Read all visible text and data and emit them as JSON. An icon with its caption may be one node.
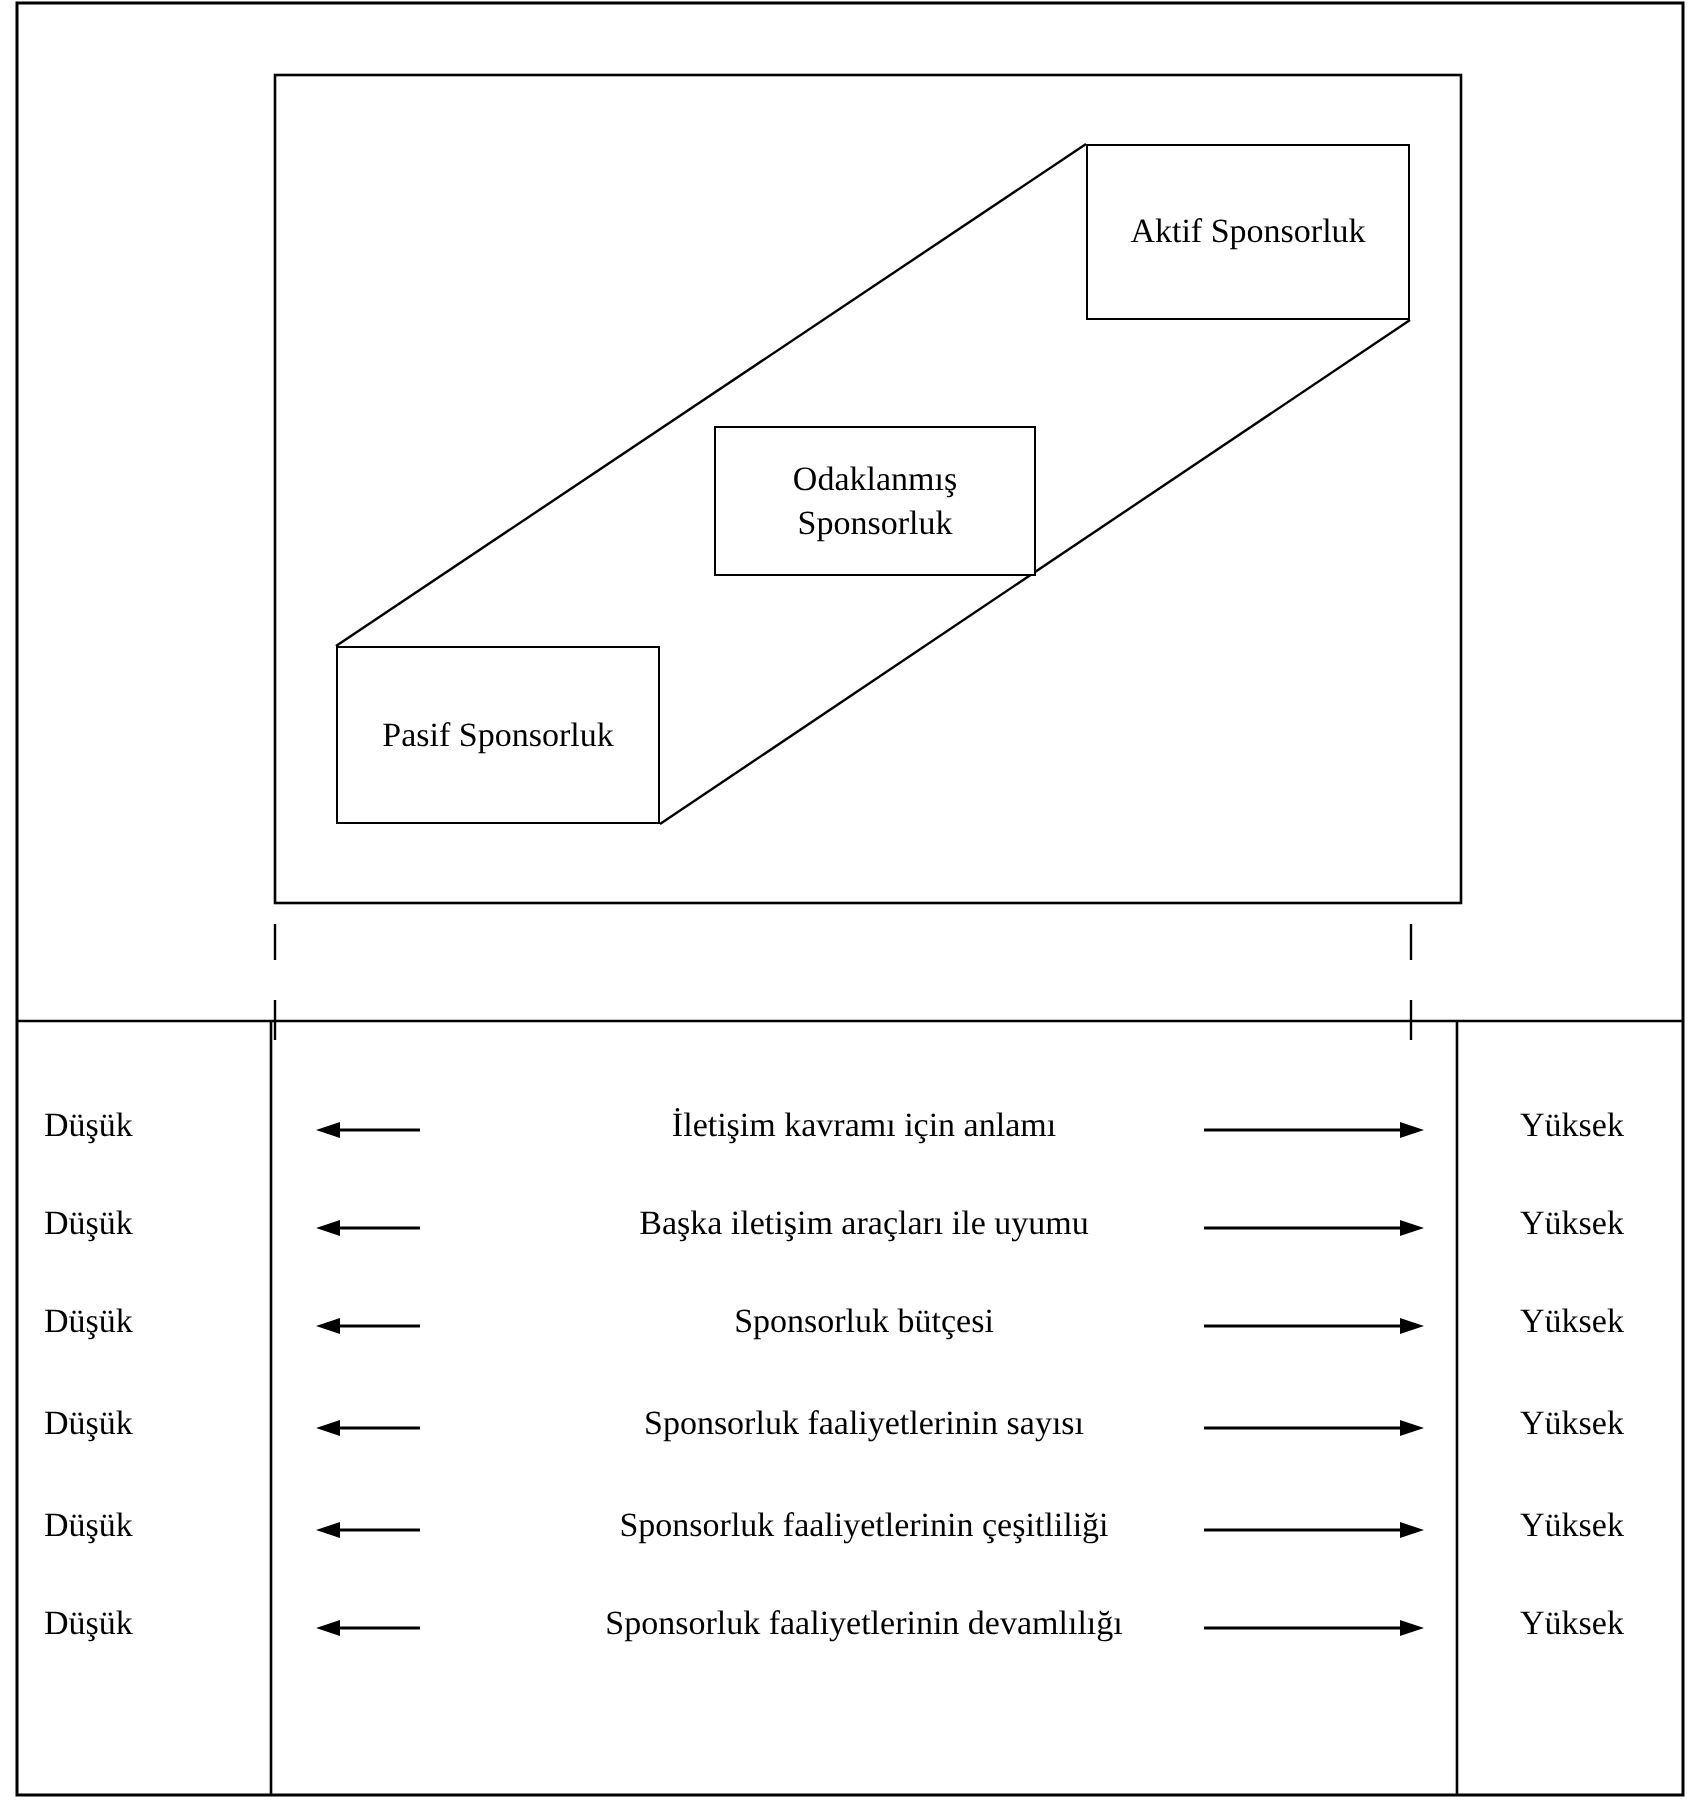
{
  "diagram": {
    "nodes": [
      {
        "text": [
          "Aktif Sponsorluk"
        ]
      },
      {
        "text": [
          "Odaklanmış Sponsorluk"
        ]
      },
      {
        "text": [
          "Pasif Sponsorluk"
        ]
      }
    ],
    "edges": [
      {
        "from": 2,
        "to": 0,
        "arrow": "none"
      },
      {
        "from": 2,
        "to": 0,
        "arrow": "none"
      }
    ],
    "labels": [
      "Düşük",
      "İletişim kavramı için anlamı",
      "Yüksek",
      "Düşük",
      "Başka iletişim araçları ile uyumu",
      "Yüksek",
      "Düşük",
      "Sponsorluk bütçesi",
      "Yüksek",
      "Düşük",
      "Sponsorluk faaliyetlerinin sayısı",
      "Yüksek",
      "Düşük",
      "Sponsorluk faaliyetlerinin çeşitliliği",
      "Yüksek",
      "Düşük",
      "Sponsorluk faaliyetlerinin devamlılığı",
      "Yüksek"
    ]
  }
}
